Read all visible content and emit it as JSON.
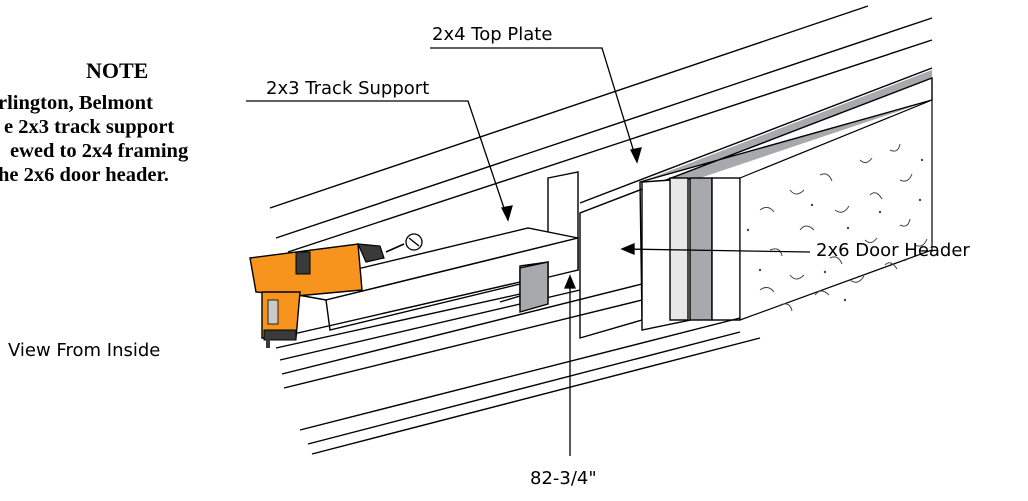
{
  "note": {
    "title": "NOTE",
    "lines": [
      "rlington,  Belmont",
      "e 2x3 track support",
      "ewed to 2x4 framing",
      "he 2x6 door header."
    ]
  },
  "labels": {
    "top_plate": "2x4 Top Plate",
    "track_support": "2x3 Track Support",
    "door_header": "2x6 Door Header",
    "view": "View From Inside",
    "dimension": "82-3/4\""
  },
  "colors": {
    "line": "#000000",
    "gray_band": "#a7a9ac",
    "drill_orange": "#f7941d",
    "drill_dark": "#3a3a3a",
    "drill_light": "#c9c9c9"
  }
}
